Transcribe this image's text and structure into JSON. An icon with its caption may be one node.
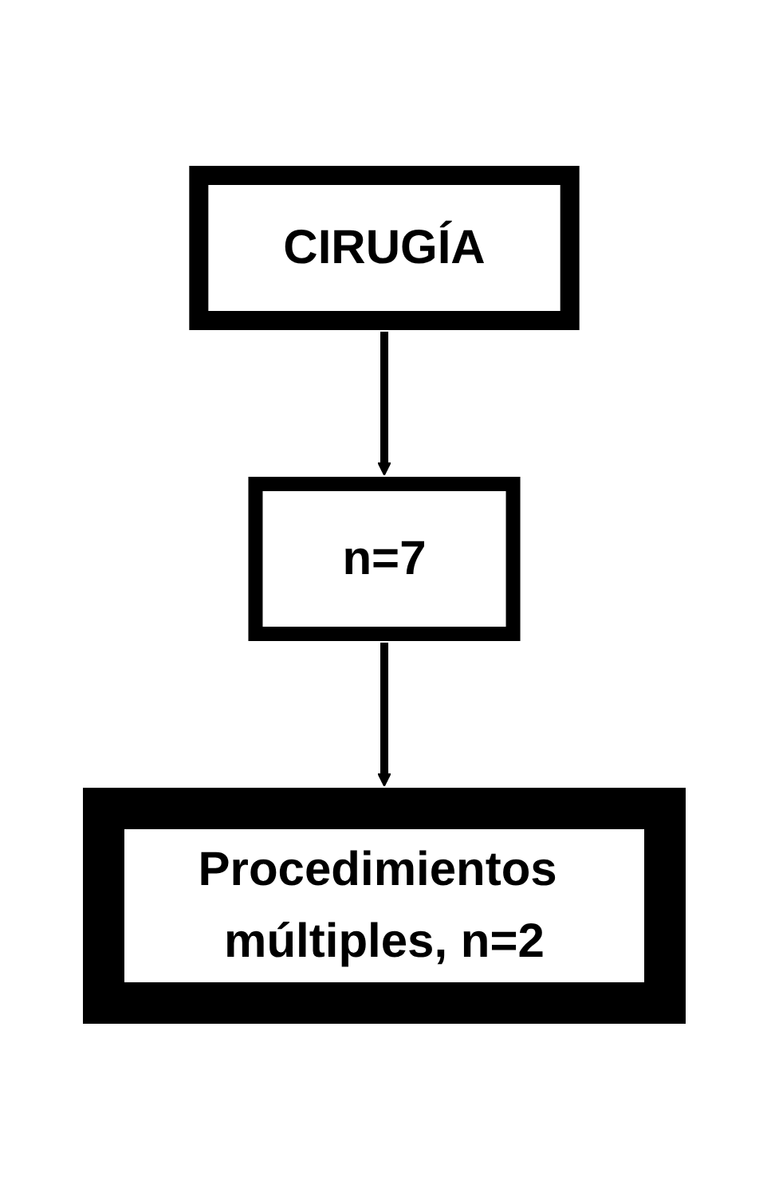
{
  "diagram": {
    "nodes": [
      {
        "text": [
          "CIRUGÍA"
        ]
      },
      {
        "text": [
          "n=7"
        ]
      },
      {
        "text": [
          "Procedimientos múltiples, n=2"
        ]
      }
    ],
    "edges": [
      {
        "from": 0,
        "to": 1,
        "arrow": "to"
      },
      {
        "from": 1,
        "to": 2,
        "arrow": "to"
      }
    ]
  }
}
